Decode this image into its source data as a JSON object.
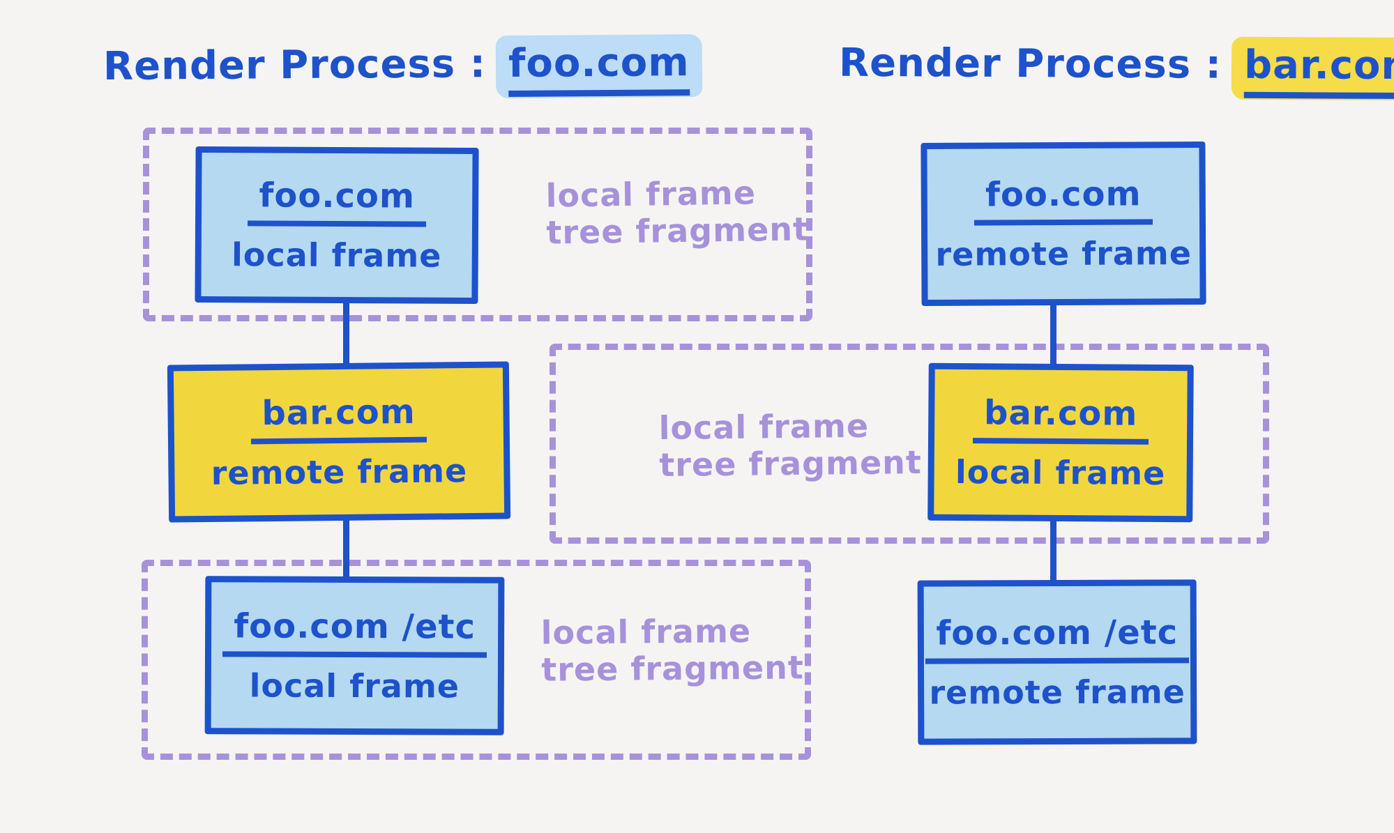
{
  "diagram": {
    "left_process": {
      "title_prefix": "Render Process :",
      "title_domain": "foo.com"
    },
    "right_process": {
      "title_prefix": "Render Process :",
      "title_domain": "bar.com"
    },
    "nodes": {
      "left_top": {
        "domain": "foo.com",
        "frame_type": "local frame"
      },
      "left_middle": {
        "domain": "bar.com",
        "frame_type": "remote frame"
      },
      "left_bottom": {
        "domain": "foo.com /etc",
        "frame_type": "local frame"
      },
      "right_top": {
        "domain": "foo.com",
        "frame_type": "remote frame"
      },
      "right_middle": {
        "domain": "bar.com",
        "frame_type": "local frame"
      },
      "right_bottom": {
        "domain": "foo.com /etc",
        "frame_type": "remote frame"
      }
    },
    "fragment_labels": {
      "left_top": {
        "line1": "local frame",
        "line2": "tree fragment"
      },
      "middle_right": {
        "line1": "local frame",
        "line2": "tree fragment"
      },
      "left_bottom": {
        "line1": "local frame",
        "line2": "tree fragment"
      }
    },
    "colors": {
      "blue_stroke": "#1d52cb",
      "light_blue_fill": "#b4d9f1",
      "yellow_fill": "#f2d63e",
      "blue_highlight": "#bcdcf7",
      "yellow_highlight": "#f6dc48",
      "purple": "#a791db",
      "background": "#f5f4f2"
    }
  }
}
